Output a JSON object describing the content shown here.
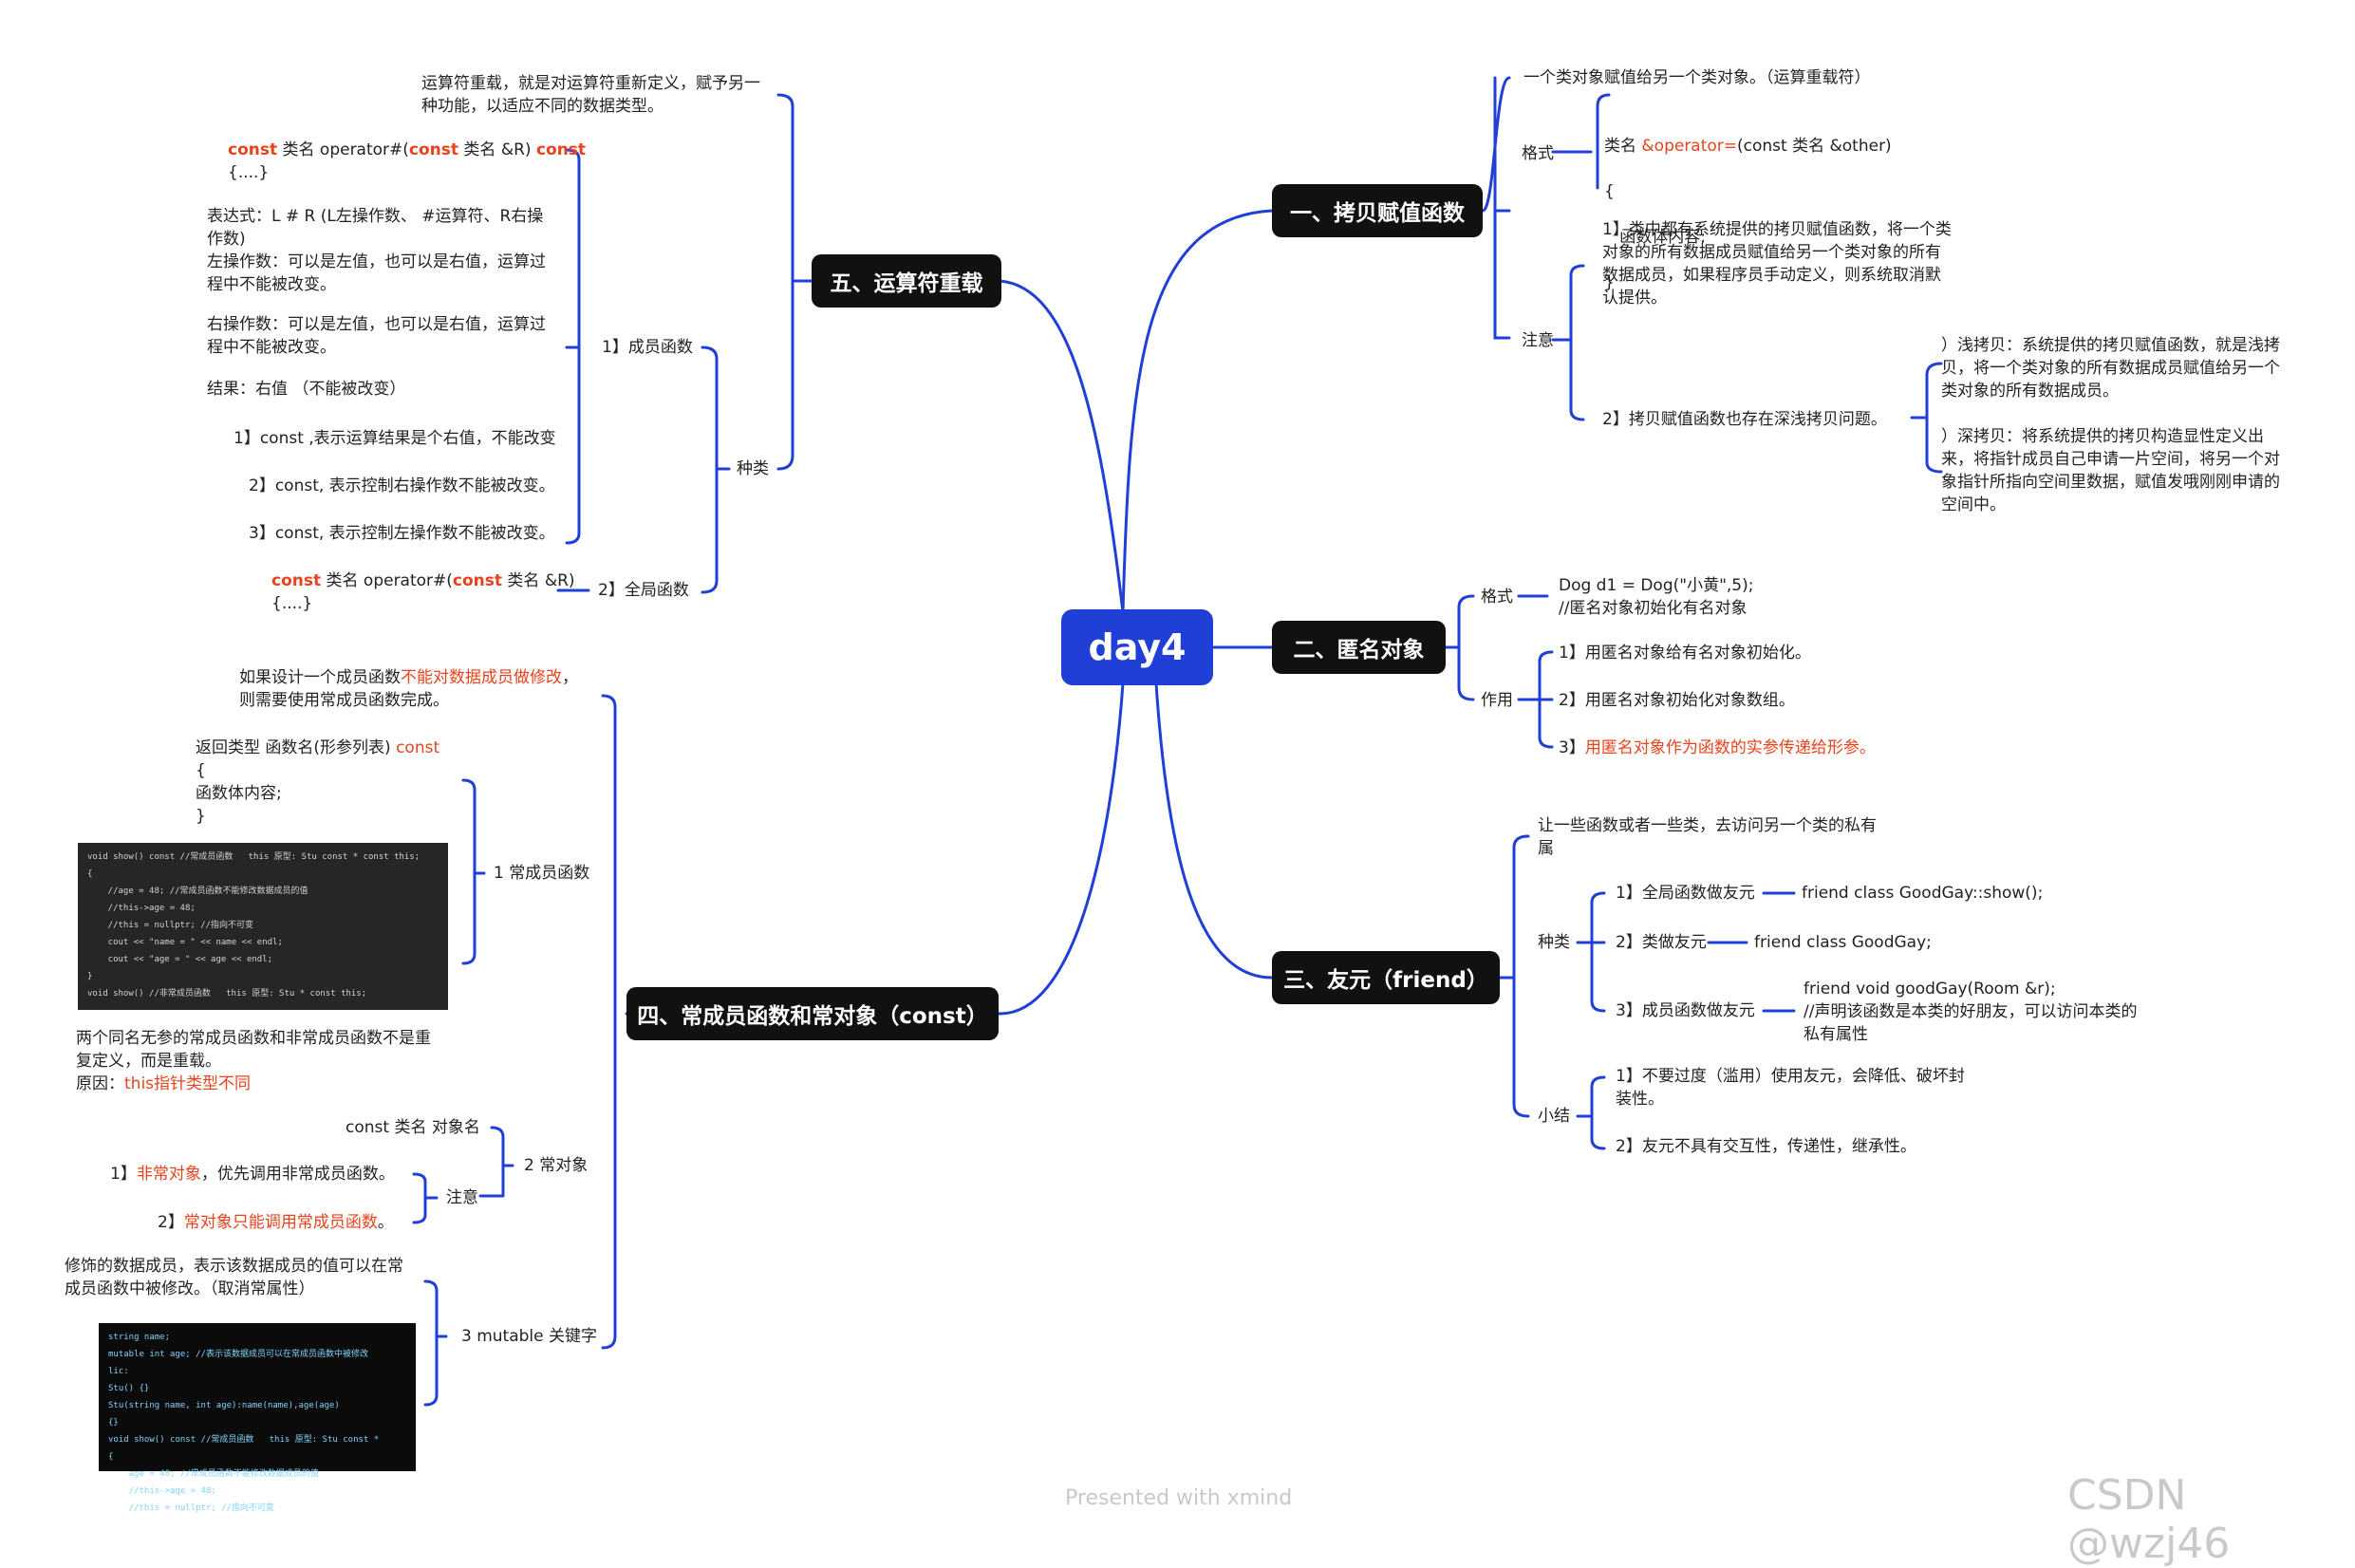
{
  "root": "day4",
  "s1": {
    "title": "一、拷贝赋值函数",
    "intro": "一个类对象赋值给另一个类对象。（运算重载符）",
    "fmt_label": "格式",
    "fmt_l1a": "类名 ",
    "fmt_l1b": "&operator=",
    "fmt_l1c": "(const 类名 &other)",
    "fmt_l2": "{",
    "fmt_l3": "函数体内容;",
    "fmt_l4": "}",
    "note_label": "注意",
    "note1": "1】类中都有系统提供的拷贝赋值函数，将一个类\n对象的所有数据成员赋值给另一个类对象的所有\n数据成员，如果程序员手动定义，则系统取消默\n认提供。",
    "note2": "2】拷贝赋值函数也存在深浅拷贝问题。",
    "shallow": "）浅拷贝：系统提供的拷贝赋值函数，就是浅拷\n贝，将一个类对象的所有数据成员赋值给另一个\n类对象的所有数据成员。",
    "deep": "）深拷贝：将系统提供的拷贝构造显性定义出\n来，将指针成员自己申请一片空间，将另一个对\n象指针所指向空间里数据，赋值发哦刚刚申请的\n空间中。"
  },
  "s2": {
    "title": "二、匿名对象",
    "fmt_label": "格式",
    "fmt": "Dog d1 = Dog(\"小黄\",5);\n//匿名对象初始化有名对象",
    "use_label": "作用",
    "use1": "1】用匿名对象给有名对象初始化。",
    "use2": "2】用匿名对象初始化对象数组。",
    "use3a": "3】",
    "use3b": "用匿名对象作为函数的实参传递给形参。"
  },
  "s3": {
    "title": "三、友元（friend）",
    "intro": "让一些函数或者一些类，去访问另一个类的私有\n属",
    "kind_label": "种类",
    "k1": "1】全局函数做友元",
    "k1v": "friend class GoodGay::show();",
    "k2": "2】类做友元",
    "k2v": "friend class GoodGay;",
    "k3": "3】成员函数做友元",
    "k3v": "friend void goodGay(Room &r);\n//声明该函数是本类的好朋友，可以访问本类的\n私有属性",
    "sum_label": "小结",
    "sum1": "1】不要过度（滥用）使用友元，会降低、破坏封\n装性。",
    "sum2": "2】友元不具有交互性，传递性，继承性。"
  },
  "s4": {
    "title": "四、常成员函数和常对象（const）",
    "intro_a": "如果设计一个成员函数",
    "intro_b": "不能对数据成员做修改",
    "intro_c": "，\n则需要使用常成员函数完成。",
    "m_label": "1 常成员函数",
    "fmt_a": "返回类型 函数名(形参列表) ",
    "fmt_b": "const",
    "fmt_c": "\n{\n    函数体内容;\n}",
    "code1": "void show() const //常成员函数   this 原型: Stu const * const this;\n{\n    //age = 48; //常成员函数不能修改数据成员的值\n    //this->age = 48;\n    //this = nullptr; //指向不可变\n    cout << \"name = \" << name << endl;\n    cout << \"age = \" << age << endl;\n}\nvoid show() //非常成员函数   this 原型: Stu * const this;",
    "overload_a": "两个同名无参的常成员函数和非常成员函数不是重\n复定义，而是重载。\n原因：",
    "overload_b": "this指针类型不同",
    "o_label": "2 常对象",
    "o_fmt": "const 类名 对象名",
    "o_note_label": "注意",
    "o_n1a": "1】",
    "o_n1b": "非常对象",
    "o_n1c": "，优先调用非常成员函数。",
    "o_n2a": "2】",
    "o_n2b": "常对象只能调用常成员函数",
    "o_n2c": "。",
    "mut_label": "3 mutable 关键字",
    "mut_desc": "修饰的数据成员，表示该数据成员的值可以在常\n成员函数中被修改。（取消常属性）",
    "code2": "string name;\nmutable int age; //表示该数据成员可以在常成员函数中被修改\nlic:\nStu() {}\nStu(string name, int age):name(name),age(age)\n{}\nvoid show() const //常成员函数   this 原型: Stu const *\n{\n    age = 48; //常成员函数不能修改数据成员的值\n    //this->age = 48;\n    //this = nullptr; //指向不可变"
  },
  "s5": {
    "title": "五、运算符重载",
    "intro": "运算符重载，就是对运算符重新定义，赋予另一\n种功能，以适应不同的数据类型。",
    "kind_label": "种类",
    "mem_label": "1】成员函数",
    "mem_fmt_a": "const",
    "mem_fmt_b": " 类名 operator#(",
    "mem_fmt_c": "const",
    "mem_fmt_d": " 类名 &R) ",
    "mem_fmt_e": "const",
    "mem_fmt_f": "\n{....}",
    "expr": "表达式：L  #  R  (L左操作数、  #运算符、R右操\n作数)\n左操作数：可以是左值，也可以是右值，运算过\n程中不能被改变。",
    "rhs": "右操作数：可以是左值，也可以是右值，运算过\n程中不能被改变。",
    "result": "结果：右值  （不能被改变）",
    "c1": "1】const ,表示运算结果是个右值，不能改变",
    "c2": "2】const, 表示控制右操作数不能被改变。",
    "c3": "3】const, 表示控制左操作数不能被改变。",
    "glob_label": "2】全局函数",
    "glob_fmt_a": "const",
    "glob_fmt_b": " 类名 operator#(",
    "glob_fmt_c": "const",
    "glob_fmt_d": " 类名 &R)\n{....}"
  },
  "footer": "Presented with xmind",
  "watermark": "CSDN @wzj46",
  "colors": {
    "branch": "#1f3fd6",
    "accent": "#e8431c",
    "node": "#111111"
  }
}
